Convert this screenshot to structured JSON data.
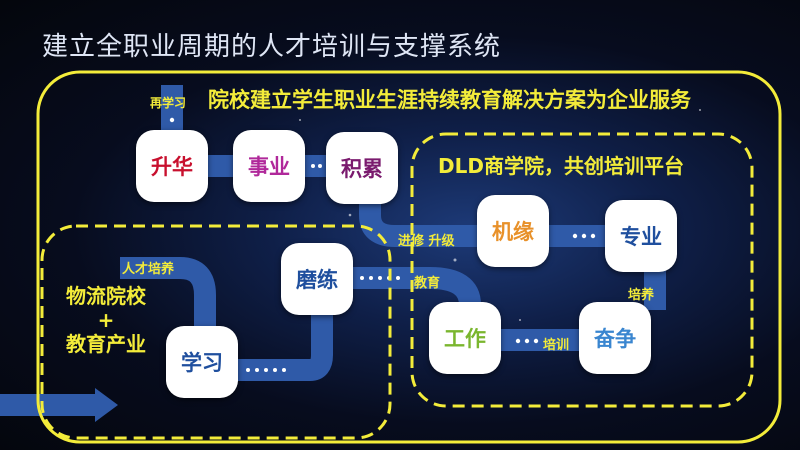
{
  "title": "建立全职业周期的人才培训与支撑系统",
  "outer_heading": "院校建立学生职业生涯持续教育解决方案为企业服务",
  "right_heading": "DLD商学院，共创培训平台",
  "left_heading": {
    "line1": "物流院校",
    "plus": "+",
    "line2": "教育产业"
  },
  "nodes": [
    {
      "label": "升华",
      "color": "#c8102e"
    },
    {
      "label": "事业",
      "color": "#b0289a"
    },
    {
      "label": "积累",
      "color": "#7a1a6e"
    },
    {
      "label": "机缘",
      "color": "#e8912a"
    },
    {
      "label": "专业",
      "color": "#1f4f9e"
    },
    {
      "label": "工作",
      "color": "#7ab62e"
    },
    {
      "label": "奋争",
      "color": "#3a86d0"
    },
    {
      "label": "磨练",
      "color": "#1f4f9e"
    },
    {
      "label": "学习",
      "color": "#1f4f9e"
    }
  ],
  "path_labels": {
    "relearn": "再学习",
    "advance": "进修 升级",
    "education": "教育",
    "cultivate_right": "培养",
    "training": "培训",
    "talent": "人才培养"
  },
  "colors": {
    "path": "#2f5aa8",
    "accent": "#f3ec3a"
  }
}
